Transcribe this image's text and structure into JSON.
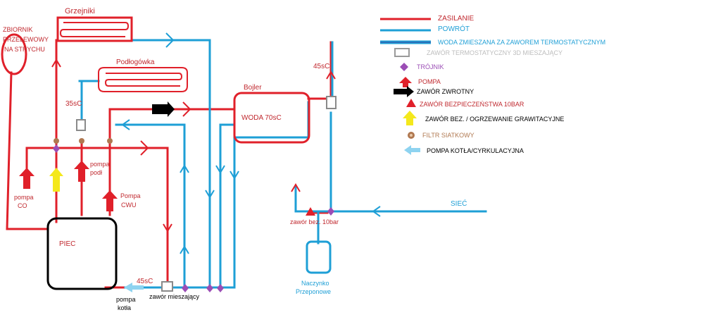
{
  "colors": {
    "supply": "#e0202a",
    "return": "#1e9fd6",
    "mixed_core": "#3060b0",
    "valve": "#9a9a9a",
    "tee": "#9b4db5",
    "pump": "#e0202a",
    "safety_valve": "#e0202a",
    "gravity_valve": "#f4e81c",
    "filter": "#b07850",
    "boiler_pump": "#8ed3f0",
    "check_valve": "#000000",
    "furnace": "#000000"
  },
  "legend": [
    {
      "symbol": "supply-line",
      "label": "ZASILANIE",
      "color": "#e0202a"
    },
    {
      "symbol": "return-line",
      "label": "POWRÓT",
      "color": "#1e9fd6"
    },
    {
      "symbol": "mixed-line",
      "label": "WODA ZMIESZANA ZA ZAWOREM TERMOSTATYCZNYM",
      "color": "#1e9fd6"
    },
    {
      "symbol": "valve",
      "label": "ZAWÓR TERMOSTATYCZNY 3D MIESZAJĄCY",
      "color": "#bdbdbd"
    },
    {
      "symbol": "tee",
      "label": "TRÓJNIK",
      "color": "#9b4db5"
    },
    {
      "symbol": "pump",
      "label": "POMPA",
      "color": "#e0202a"
    },
    {
      "symbol": "check-valve",
      "label": "ZAWÓR ZWROTNY",
      "color": "#000000"
    },
    {
      "symbol": "safety-valve",
      "label": "ZAWÓR BEZPIECZEŃSTWA 10BAR",
      "color": "#e0202a"
    },
    {
      "symbol": "gravity-valve",
      "label": "ZAWÓR BEZ. / OGRZEWANIE GRAWITACYJNE",
      "color": "#000000"
    },
    {
      "symbol": "filter",
      "label": "FILTR SIATKOWY",
      "color": "#b07850"
    },
    {
      "symbol": "boiler-pump",
      "label": "POMPA KOTŁA/CYRKULACYJNA",
      "color": "#000000"
    }
  ],
  "labels": {
    "radiators": "Grzejniki",
    "expansion_tank_1": "ZBIORNIK",
    "expansion_tank_2": "PRZELEWOWY",
    "expansion_tank_3": "NA STRYCHU",
    "floor_heating": "Podłogówka",
    "temp_floor": "35sC",
    "boiler_title": "Bojler",
    "boiler_water": "WODA 70sC",
    "temp_dhw": "45sC",
    "pump_co_1": "pompa",
    "pump_co_2": "CO",
    "pump_floor_1": "pompa",
    "pump_floor_2": "podł",
    "pump_cwu_1": "Pompa",
    "pump_cwu_2": "CWU",
    "furnace": "PIEC",
    "temp_mix": "45sC",
    "boiler_pump_1": "pompa",
    "boiler_pump_2": "kotła",
    "mixing_valve": "zawór mieszający",
    "mains": "SIEĆ",
    "safety_valve": "zawór bez. 10bar",
    "vessel_1": "Naczynko",
    "vessel_2": "Przeponowe"
  }
}
